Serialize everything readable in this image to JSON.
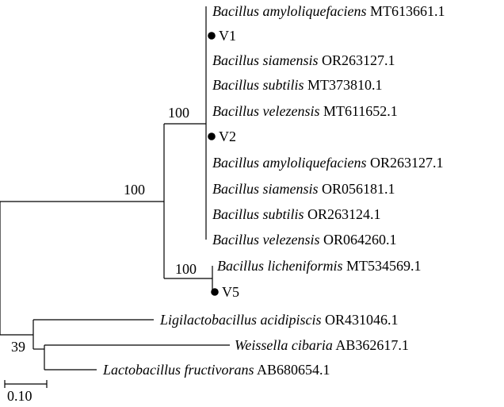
{
  "tree": {
    "leaves": [
      {
        "id": "l1",
        "species": "Bacillus amyloliquefaciens",
        "accession": "MT613661.1",
        "marker": false
      },
      {
        "id": "l2",
        "species": "",
        "accession": "V1",
        "marker": true
      },
      {
        "id": "l3",
        "species": "Bacillus siamensis",
        "accession": "OR263127.1",
        "marker": false
      },
      {
        "id": "l4",
        "species": "Bacillus subtilis",
        "accession": "MT373810.1",
        "marker": false
      },
      {
        "id": "l5",
        "species": "Bacillus velezensis",
        "accession": "MT611652.1",
        "marker": false
      },
      {
        "id": "l6",
        "species": "",
        "accession": "V2",
        "marker": true
      },
      {
        "id": "l7",
        "species": "Bacillus amyloliquefaciens",
        "accession": "OR263127.1",
        "marker": false
      },
      {
        "id": "l8",
        "species": "Bacillus siamensis",
        "accession": "OR056181.1",
        "marker": false
      },
      {
        "id": "l9",
        "species": "Bacillus subtilis",
        "accession": "OR263124.1",
        "marker": false
      },
      {
        "id": "l10",
        "species": "Bacillus velezensis",
        "accession": "OR064260.1",
        "marker": false
      },
      {
        "id": "l11",
        "species": "Bacillus licheniformis",
        "accession": "MT534569.1",
        "marker": false
      },
      {
        "id": "l12",
        "species": "",
        "accession": "V5",
        "marker": true
      },
      {
        "id": "l13",
        "species": "Ligilactobacillus acidipiscis",
        "accession": "OR431046.1",
        "marker": false
      },
      {
        "id": "l14",
        "species": "Weissella cibaria",
        "accession": "AB362617.1",
        "marker": false
      },
      {
        "id": "l15",
        "species": "Lactobacillus fructivorans",
        "accession": "AB680654.1",
        "marker": false
      }
    ],
    "bootstrap": [
      "100",
      "100",
      "100",
      "39"
    ],
    "scale_bar_label": "0.10"
  }
}
